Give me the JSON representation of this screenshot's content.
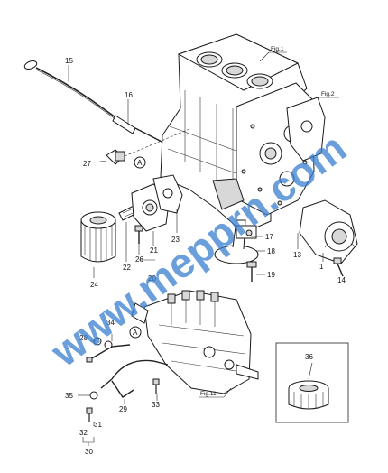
{
  "diagram": {
    "figure_refs": [
      "Fig.1",
      "Fig.2",
      "Fig.11"
    ],
    "section_marker": "A",
    "callouts": [
      "15",
      "16",
      "27",
      "17",
      "18",
      "19",
      "13",
      "1",
      "14",
      "24",
      "22",
      "26",
      "21",
      "20",
      "23",
      "34",
      "28",
      "36",
      "35",
      "29",
      "33",
      "31",
      "32",
      "30"
    ],
    "watermark": "www.mepprn.com"
  }
}
